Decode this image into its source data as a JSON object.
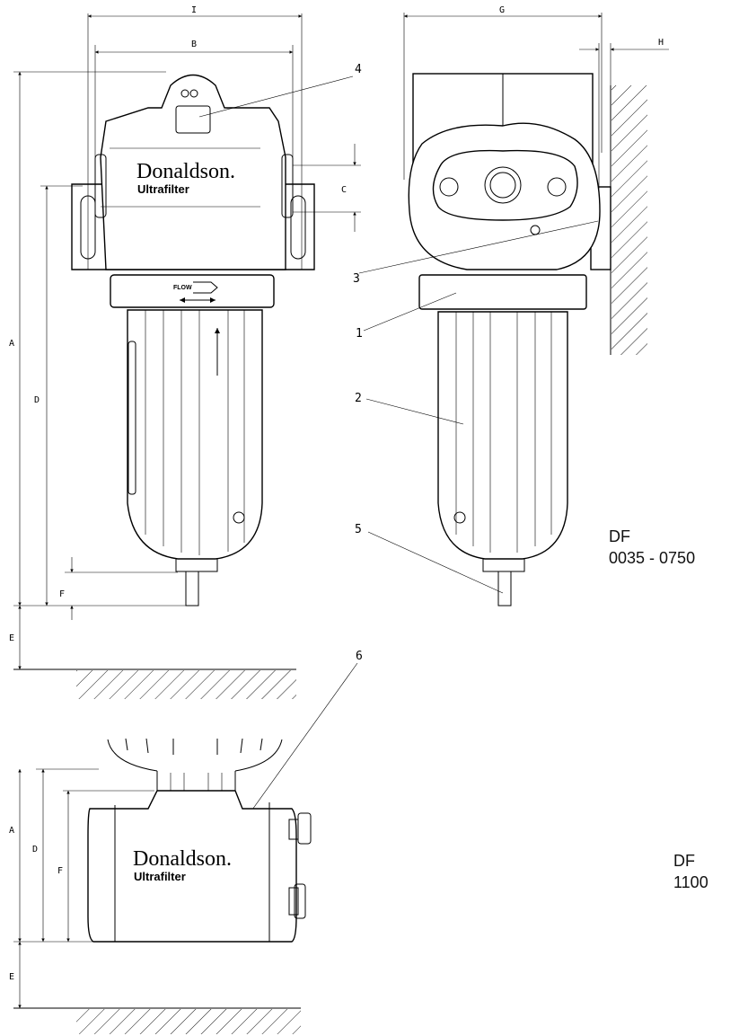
{
  "dimensions": {
    "I": "I",
    "B": "B",
    "G": "G",
    "H": "H",
    "C": "C",
    "A": "A",
    "D": "D",
    "F": "F",
    "E": "E"
  },
  "callouts": [
    "1",
    "2",
    "3",
    "4",
    "5",
    "6"
  ],
  "brand": {
    "name": "Donaldson.",
    "sub": "Ultrafilter"
  },
  "flow_label": "FLOW",
  "models": {
    "top": {
      "line1": "DF",
      "line2": "0035 - 0750"
    },
    "bottom": {
      "line1": "DF",
      "line2": "1100"
    }
  }
}
